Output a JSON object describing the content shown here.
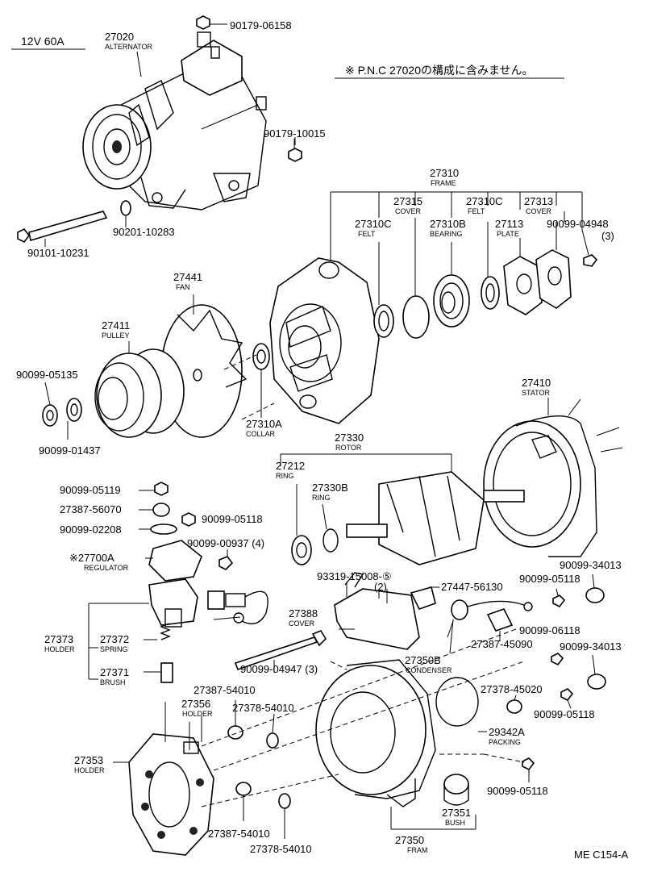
{
  "header": {
    "spec": "12V 60A",
    "note": "※ P.N.C 27020の構成に含みません。",
    "footer": "ME C154-A"
  },
  "labels": {
    "l27020": {
      "pn": "27020",
      "name": "ALTERNATOR"
    },
    "l90179_06158": {
      "pn": "90179-06158"
    },
    "l90179_10015": {
      "pn": "90179-10015"
    },
    "l90201_10283": {
      "pn": "90201-10283"
    },
    "l90101_10231": {
      "pn": "90101-10231"
    },
    "l27310": {
      "pn": "27310",
      "name": "FRAME"
    },
    "l27315": {
      "pn": "27315",
      "name": "COVER"
    },
    "l27310c_a": {
      "pn": "27310C",
      "name": "FELT"
    },
    "l27313": {
      "pn": "27313",
      "name": "COVER"
    },
    "l27310c_b": {
      "pn": "27310C",
      "name": "FELT"
    },
    "l27310b": {
      "pn": "27310B",
      "name": "BEARING"
    },
    "l27113": {
      "pn": "27113",
      "name": "PLATE"
    },
    "l90099_04948": {
      "pn": "90099-04948",
      "qty": "(3)"
    },
    "l27441": {
      "pn": "27441",
      "name": "FAN"
    },
    "l27411": {
      "pn": "27411",
      "name": "PULLEY"
    },
    "l90099_05135": {
      "pn": "90099-05135"
    },
    "l90099_01437": {
      "pn": "90099-01437"
    },
    "l27310a": {
      "pn": "27310A",
      "name": "COLLAR"
    },
    "l27410": {
      "pn": "27410",
      "name": "STATOR"
    },
    "l27330": {
      "pn": "27330",
      "name": "ROTOR"
    },
    "l27212": {
      "pn": "27212",
      "name": "RING"
    },
    "l27330b": {
      "pn": "27330B",
      "name": "RING"
    },
    "l90099_05119": {
      "pn": "90099-05119"
    },
    "l27387_56070": {
      "pn": "27387-56070"
    },
    "l90099_05118_a": {
      "pn": "90099-05118"
    },
    "l90099_02208": {
      "pn": "90099-02208"
    },
    "l90099_00937": {
      "pn": "90099-00937 (4)"
    },
    "l27700a": {
      "pn": "※27700A",
      "name": "REGULATOR"
    },
    "l93319_15008": {
      "pn": "93319-15008-⑤",
      "qty": "(2)"
    },
    "l27447_56130": {
      "pn": "27447-56130"
    },
    "l90099_34013_a": {
      "pn": "90099-34013"
    },
    "l90099_05118_b": {
      "pn": "90099-05118"
    },
    "l27388": {
      "pn": "27388",
      "name": "COVER"
    },
    "l27373": {
      "pn": "27373",
      "name": "HOLDER"
    },
    "l27372": {
      "pn": "27372",
      "name": "SPRING"
    },
    "l27371": {
      "pn": "27371",
      "name": "BRUSH"
    },
    "l90099_06118": {
      "pn": "90099-06118"
    },
    "l27387_45090": {
      "pn": "27387-45090"
    },
    "l90099_34013_b": {
      "pn": "90099-34013"
    },
    "l27350b": {
      "pn": "27350B",
      "name": "CONDENSER"
    },
    "l90099_04947": {
      "pn": "90099-04947 (3)"
    },
    "l27387_54010_a": {
      "pn": "27387-54010"
    },
    "l27356": {
      "pn": "27356",
      "name": "HOLDER"
    },
    "l27378_54010_a": {
      "pn": "27378-54010"
    },
    "l27378_45020": {
      "pn": "27378-45020"
    },
    "l90099_05118_c": {
      "pn": "90099-05118"
    },
    "l29342a": {
      "pn": "29342A",
      "name": "PACKING"
    },
    "l27353": {
      "pn": "27353",
      "name": "HOLDER"
    },
    "l90099_05118_d": {
      "pn": "90099-05118"
    },
    "l27351": {
      "pn": "27351",
      "name": "BUSH"
    },
    "l27387_54010_b": {
      "pn": "27387-54010"
    },
    "l27378_54010_b": {
      "pn": "27378-54010"
    },
    "l27350": {
      "pn": "27350",
      "name": "FRAM"
    }
  }
}
